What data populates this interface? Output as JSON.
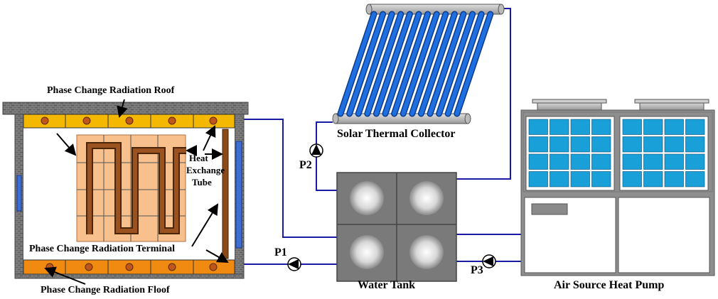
{
  "labels": {
    "roof": "Phase Change Radiation Roof",
    "terminal": "Phase Change Radiation Terminal",
    "floor": "Phase Change Radiation Floof",
    "tube_line1": "Heat",
    "tube_line2": "Exchange",
    "tube_line3": "Tube",
    "solar": "Solar Thermal Collector",
    "tank": "Water Tank",
    "heat_pump": "Air Source Heat Pump",
    "p1": "P1",
    "p2": "P2",
    "p3": "P3"
  },
  "colors": {
    "pipe": "#1a1aa6",
    "pcm_layer": "#f5b800",
    "pcm_floor": "#f08a10",
    "terminal_panel": "#f7c08c",
    "tube": "#8b4a1a",
    "tank": "#7a7a7a",
    "collector_tube": "#1f6fe0",
    "heat_pump_grille": "#1aa0d8",
    "wall": "#777777"
  }
}
